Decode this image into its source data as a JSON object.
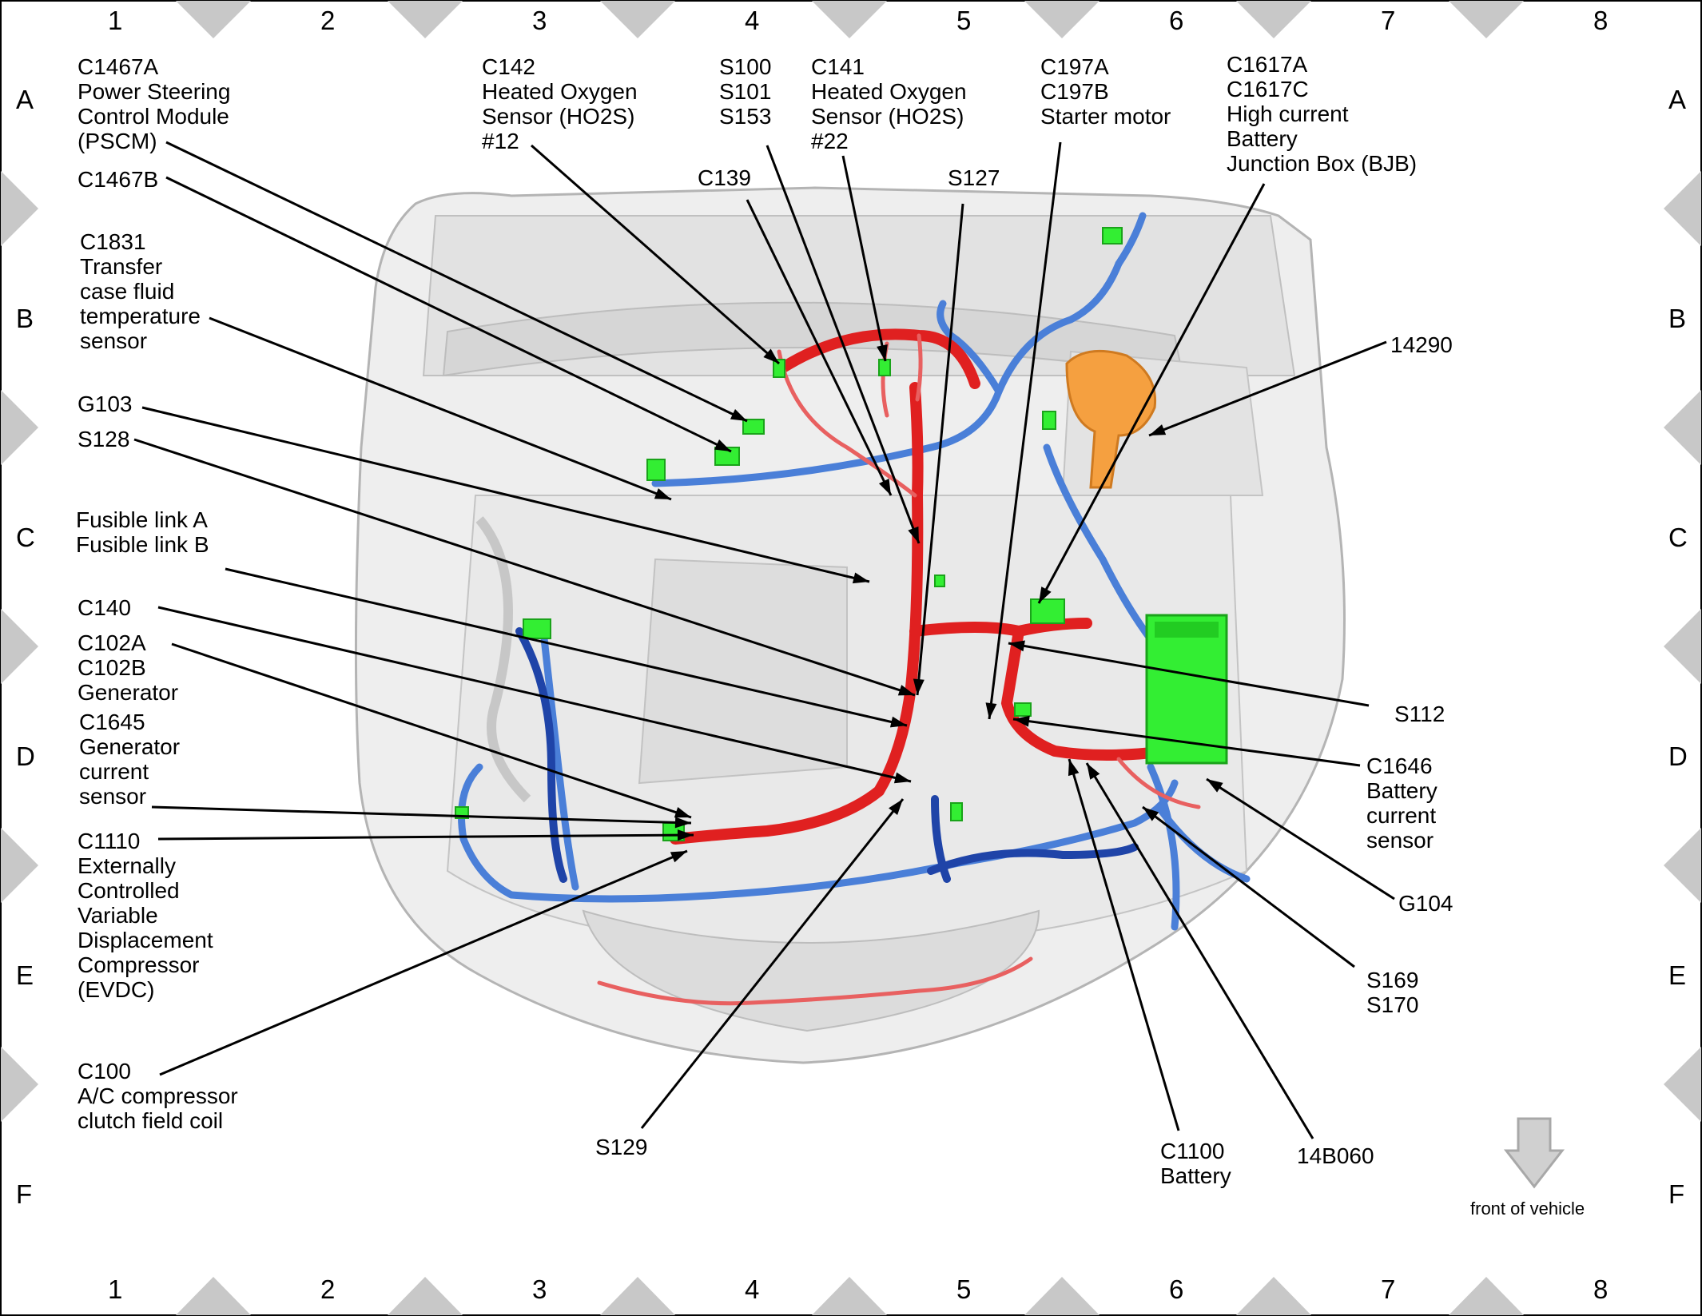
{
  "grid": {
    "columns": [
      "1",
      "2",
      "3",
      "4",
      "5",
      "6",
      "7",
      "8"
    ],
    "rows": [
      "A",
      "B",
      "C",
      "D",
      "E",
      "F"
    ]
  },
  "callouts": [
    {
      "id": "c1467a",
      "lines": [
        "C1467A",
        "Power Steering",
        "Control Module",
        "(PSCM)"
      ]
    },
    {
      "id": "c1467b",
      "lines": [
        "C1467B"
      ]
    },
    {
      "id": "c1831",
      "lines": [
        "C1831",
        "Transfer",
        "case fluid",
        "temperature",
        "sensor"
      ]
    },
    {
      "id": "g103",
      "lines": [
        "G103"
      ]
    },
    {
      "id": "s128",
      "lines": [
        "S128"
      ]
    },
    {
      "id": "fusible",
      "lines": [
        "Fusible link A",
        "Fusible link B"
      ]
    },
    {
      "id": "c140",
      "lines": [
        "C140"
      ]
    },
    {
      "id": "c102",
      "lines": [
        "C102A",
        "C102B",
        "Generator"
      ]
    },
    {
      "id": "c1645",
      "lines": [
        "C1645",
        "Generator",
        "current",
        "sensor"
      ]
    },
    {
      "id": "c1110",
      "lines": [
        "C1110",
        "Externally",
        "Controlled",
        "Variable",
        "Displacement",
        "Compressor",
        "(EVDC)"
      ]
    },
    {
      "id": "c100",
      "lines": [
        "C100",
        "A/C compressor",
        "clutch field coil"
      ]
    },
    {
      "id": "c142",
      "lines": [
        "C142",
        "Heated Oxygen",
        "Sensor (HO2S)",
        "#12"
      ]
    },
    {
      "id": "s100",
      "lines": [
        "S100",
        "S101",
        "S153"
      ]
    },
    {
      "id": "c139",
      "lines": [
        "C139"
      ]
    },
    {
      "id": "c141",
      "lines": [
        "C141",
        "Heated Oxygen",
        "Sensor (HO2S)",
        "#22"
      ]
    },
    {
      "id": "s127",
      "lines": [
        "S127"
      ]
    },
    {
      "id": "c197",
      "lines": [
        "C197A",
        "C197B",
        "Starter motor"
      ]
    },
    {
      "id": "c1617",
      "lines": [
        "C1617A",
        "C1617C",
        "High current",
        "Battery",
        "Junction Box (BJB)"
      ]
    },
    {
      "id": "p14290",
      "lines": [
        "14290"
      ]
    },
    {
      "id": "s112",
      "lines": [
        "S112"
      ]
    },
    {
      "id": "c1646",
      "lines": [
        "C1646",
        "Battery",
        "current",
        "sensor"
      ]
    },
    {
      "id": "g104",
      "lines": [
        "G104"
      ]
    },
    {
      "id": "s169",
      "lines": [
        "S169",
        "S170"
      ]
    },
    {
      "id": "p14b060",
      "lines": [
        "14B060"
      ]
    },
    {
      "id": "c1100",
      "lines": [
        "C1100",
        "Battery"
      ]
    },
    {
      "id": "s129",
      "lines": [
        "S129"
      ]
    }
  ],
  "direction_note": "front of vehicle",
  "colors": {
    "connector": "#33ee33",
    "power_harness": "#e02020",
    "light_harness": "#4a7fd8",
    "dark_harness": "#1f44a8",
    "accent_orange": "#f5a040",
    "vehicle_body": "#e6e6e6",
    "frame_marker": "#c8c8c8"
  }
}
